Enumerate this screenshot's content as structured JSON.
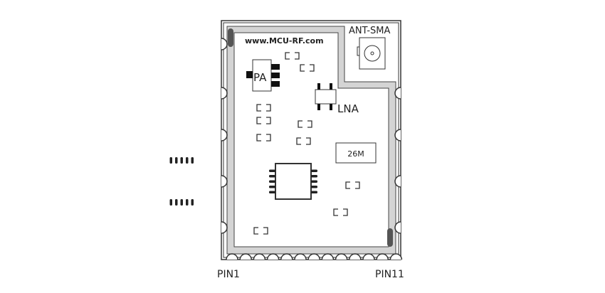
{
  "labels": {
    "website": "www.MCU-RF.com",
    "antenna": "ANT-SMA",
    "pa": "PA",
    "lna": "LNA",
    "crystal": "26M",
    "pin_first": "PIN1",
    "pin_last": "PIN11"
  },
  "colors": {
    "outline": "#333333",
    "shield_band": "#d4d4d4",
    "board": "#ffffff",
    "pad": "#111111"
  }
}
